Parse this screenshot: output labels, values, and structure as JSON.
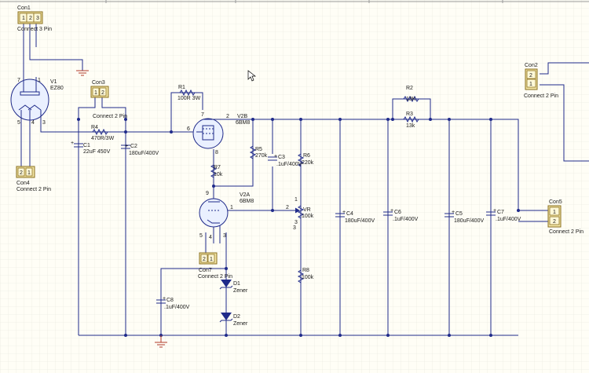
{
  "title": "",
  "connectors": {
    "con1": {
      "ref": "Con1",
      "desc": "Connect 3 Pin",
      "pins": [
        "1",
        "2",
        "3"
      ]
    },
    "con2": {
      "ref": "Con2",
      "desc": "Connect 2 Pin",
      "pins": [
        "2",
        "1"
      ]
    },
    "con3": {
      "ref": "Con3",
      "desc": "Connect 2 Pin",
      "pins": [
        "1",
        "2"
      ]
    },
    "con4": {
      "ref": "Con4",
      "desc": "Connect 2 Pin",
      "pins": [
        "2",
        "1"
      ]
    },
    "con5": {
      "ref": "Con5",
      "desc": "Connect 2 Pin",
      "pins": [
        "1",
        "2"
      ]
    },
    "con7": {
      "ref": "Con7",
      "desc": "Connect 2 Pin",
      "pins": [
        "2",
        "1"
      ]
    }
  },
  "tubes": {
    "v1": {
      "ref": "V1",
      "type": "EZ80",
      "pins": [
        "7",
        "1",
        "5",
        "4",
        "3"
      ]
    },
    "v2b": {
      "ref": "V2B",
      "type": "6BM8",
      "pins": [
        "7",
        "2",
        "6",
        "8"
      ]
    },
    "v2a": {
      "ref": "V2A",
      "type": "6BM8",
      "pins": [
        "9",
        "1",
        "5",
        "4",
        "3"
      ]
    }
  },
  "resistors": {
    "r1": {
      "ref": "R1",
      "value": "100R 3W"
    },
    "r2": {
      "ref": "R2",
      "value": "13K"
    },
    "r3": {
      "ref": "R3",
      "value": "13k"
    },
    "r4": {
      "ref": "R4",
      "value": "470R/3W"
    },
    "r5": {
      "ref": "R5",
      "value": "270k"
    },
    "r6": {
      "ref": "R6",
      "value": "220k"
    },
    "r7": {
      "ref": "R7",
      "value": "10k"
    },
    "r8": {
      "ref": "R8",
      "value": "100k"
    },
    "vr": {
      "ref": "VR",
      "value": "100k"
    }
  },
  "capacitors": {
    "c1": {
      "ref": "C1",
      "value": "22uF 450V"
    },
    "c2": {
      "ref": "C2",
      "value": "180uF/400V"
    },
    "c3": {
      "ref": "C3",
      "value": ".1uF/400V"
    },
    "c4": {
      "ref": "C4",
      "value": "180uF/400V"
    },
    "c5": {
      "ref": "C5",
      "value": "180uF/400V"
    },
    "c6": {
      "ref": "C6",
      "value": ".1uF/400V"
    },
    "c7": {
      "ref": "C7",
      "value": ".1uF/400V"
    },
    "c8": {
      "ref": "C8",
      "value": ".1uF/400V"
    }
  },
  "diodes": {
    "d1": {
      "ref": "D1",
      "value": "Zener"
    },
    "d2": {
      "ref": "D2",
      "value": "Zener"
    }
  },
  "net_pins": {
    "vr_wiper": "2",
    "vr_top": "1",
    "vr_bottom": "3",
    "r8_top": "3"
  },
  "colors": {
    "wire": "#1f2a8a",
    "connector": "#f3e6a6",
    "ground": "#b23a2a",
    "grid": "#e6e6dc",
    "background": "#fffef6"
  }
}
